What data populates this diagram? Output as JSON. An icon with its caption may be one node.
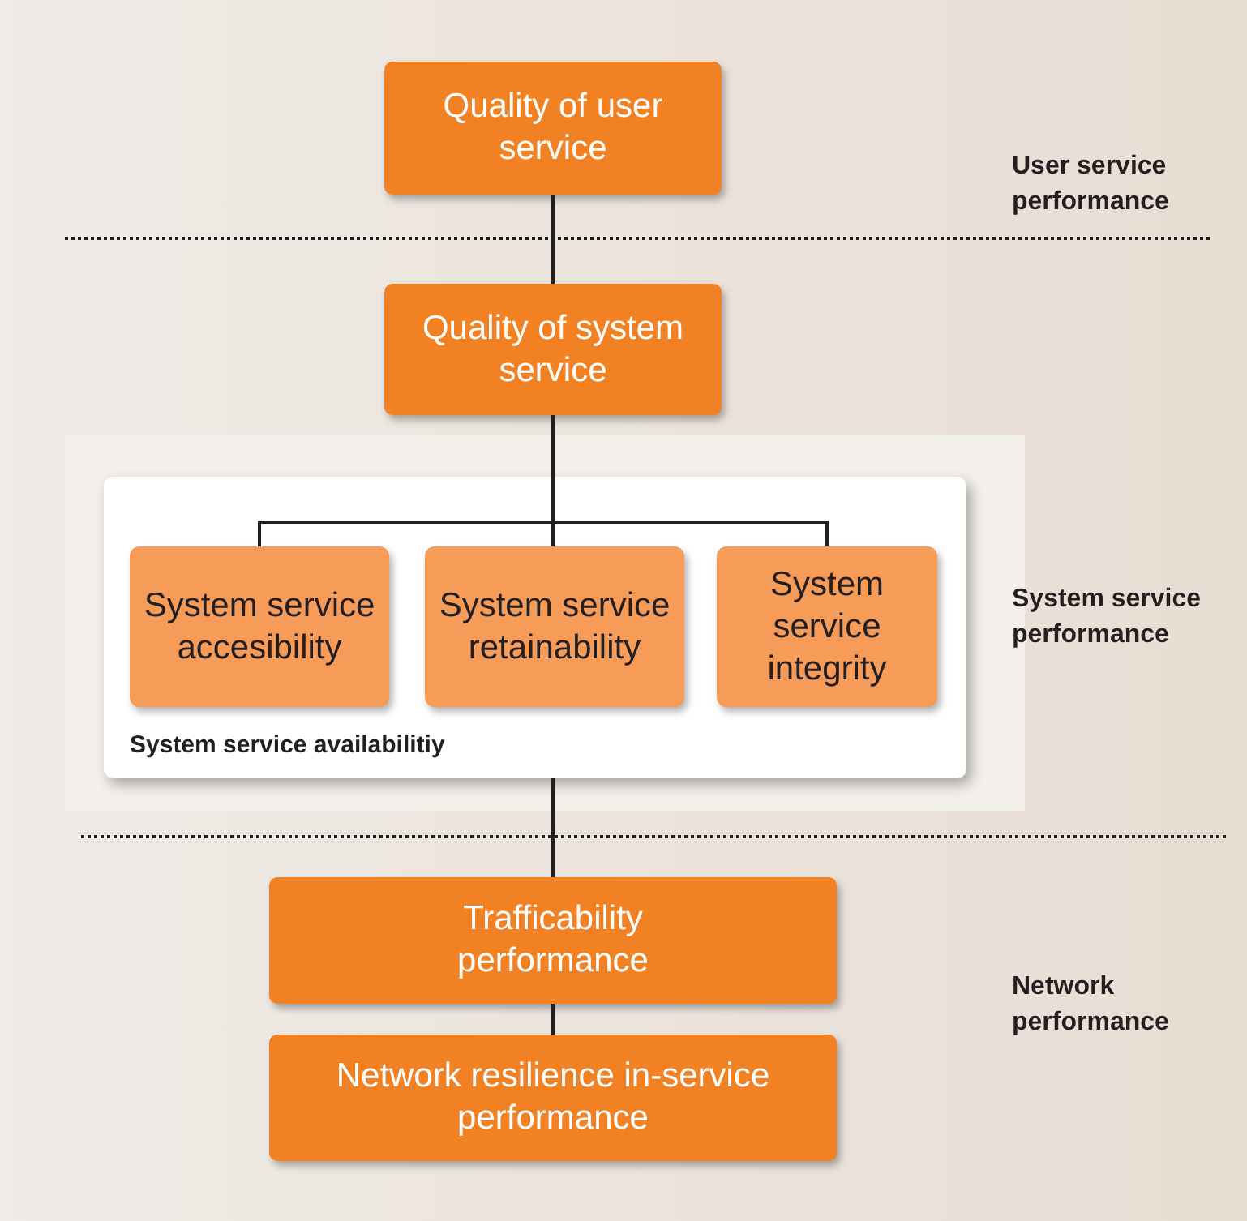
{
  "diagram": {
    "nodes": [
      {
        "text": [
          "Quality of user service"
        ]
      },
      {
        "text": [
          "Quality of system service"
        ]
      },
      {
        "text": [
          "System service availabilitiy"
        ]
      },
      {
        "text": [
          "System service accesibility"
        ],
        "in": 2
      },
      {
        "text": [
          "System service retainability"
        ],
        "in": 2
      },
      {
        "text": [
          "System service integrity"
        ],
        "in": 2
      },
      {
        "text": [
          "Trafficability performance"
        ]
      },
      {
        "text": [
          "Network resilience in-service performance"
        ]
      }
    ],
    "edges": [
      {
        "from": 0,
        "to": 1,
        "arrow": "none"
      },
      {
        "from": 1,
        "to": 3,
        "arrow": "none"
      },
      {
        "from": 1,
        "to": 4,
        "arrow": "none"
      },
      {
        "from": 1,
        "to": 5,
        "arrow": "none"
      },
      {
        "from": 2,
        "to": 6,
        "arrow": "none"
      },
      {
        "from": 6,
        "to": 7,
        "arrow": "none"
      }
    ],
    "labels": [
      "User service performance",
      "System service performance",
      "Network performance"
    ]
  }
}
